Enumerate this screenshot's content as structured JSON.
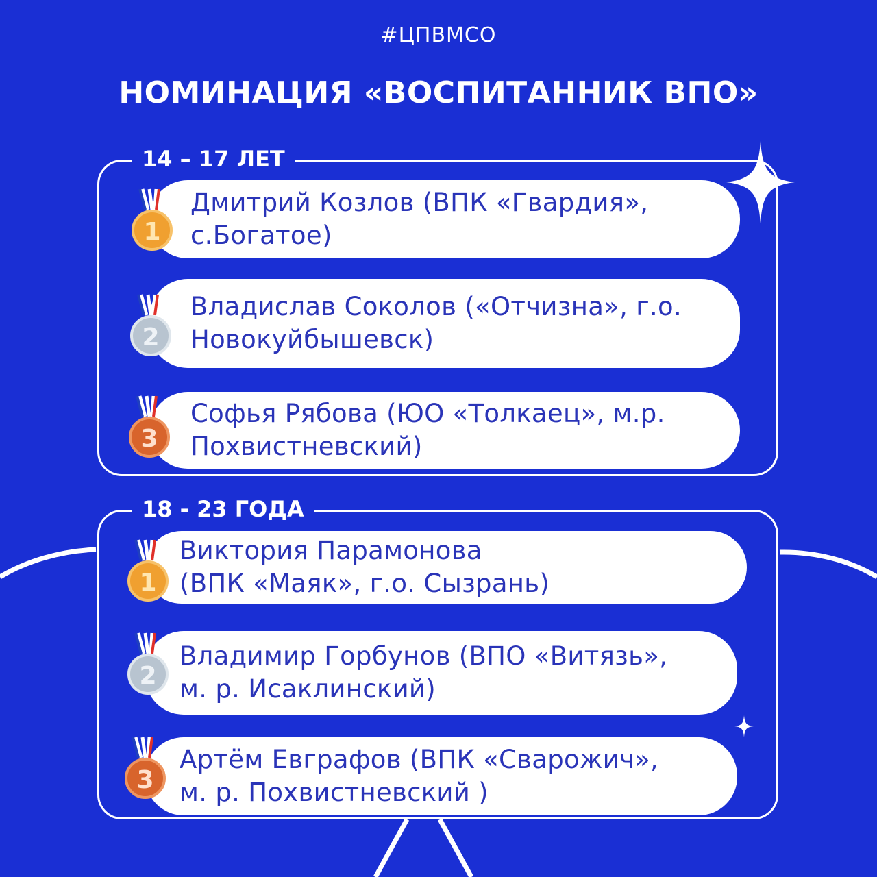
{
  "hashtag": "#ЦПВМСО",
  "title": "НОМИНАЦИЯ «ВОСПИТАННИК ВПО»",
  "colors": {
    "background": "#1a2fd4",
    "text_dark": "#2a34b8",
    "gold": "#f0a030",
    "silver": "#b8c4d0",
    "bronze": "#d8642c"
  },
  "groups": [
    {
      "label": "14 – 17 ЛЕТ",
      "entries": [
        {
          "place": "1",
          "line1": "Дмитрий Козлов (ВПК «Гвардия»,",
          "line2": "с.Богатое)"
        },
        {
          "place": "2",
          "line1": "Владислав Соколов («Отчизна», г.о.",
          "line2": "Новокуйбышевск)"
        },
        {
          "place": "3",
          "line1": "Софья Рябова  (ЮО «Толкаец», м.р.",
          "line2": "Похвистневский)"
        }
      ]
    },
    {
      "label": "18 - 23 ГОДА",
      "entries": [
        {
          "place": "1",
          "line1": "Виктория Парамонова",
          "line2": "(ВПК «Маяк», г.о. Сызрань)"
        },
        {
          "place": "2",
          "line1": "Владимир Горбунов (ВПО «Витязь»,",
          "line2": "м. р. Исаклинский)"
        },
        {
          "place": "3",
          "line1": "Артём Евграфов (ВПК «Сварожич»,",
          "line2": "м. р. Похвистневский )"
        }
      ]
    }
  ]
}
